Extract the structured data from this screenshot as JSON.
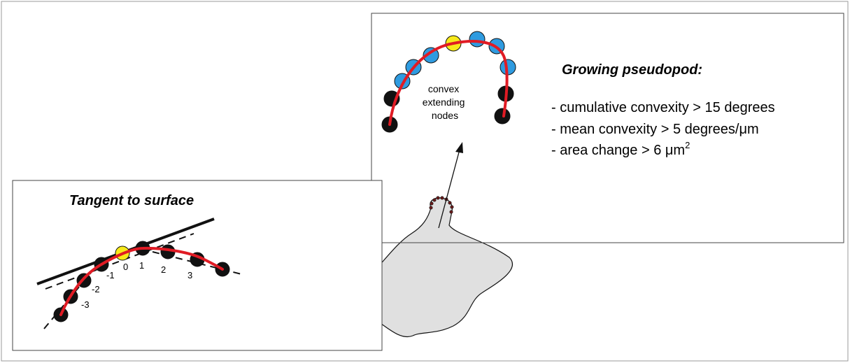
{
  "tangent_panel": {
    "title": "Tangent to surface",
    "node_labels": [
      "-3",
      "-2",
      "-1",
      "0",
      "1",
      "2",
      "3"
    ]
  },
  "pseudopod_panel": {
    "title": "Growing pseudopod:",
    "note_lines": [
      "convex",
      "extending",
      "nodes"
    ],
    "criteria": {
      "line1": "- cumulative convexity > 15 degrees",
      "line2_prefix": "- mean convexity > 5 degrees/",
      "line2_unit": "μm",
      "line3_prefix": "- area change > 6 ",
      "line3_unit": "μm",
      "line3_exponent": "2"
    }
  },
  "colors": {
    "curve": "#e01b24",
    "node_black": "#111111",
    "node_blue": "#2f9be0",
    "node_yellow": "#f7e91a",
    "cell_fill": "#e0e0e0",
    "cell_node": "#6a1a1a"
  }
}
